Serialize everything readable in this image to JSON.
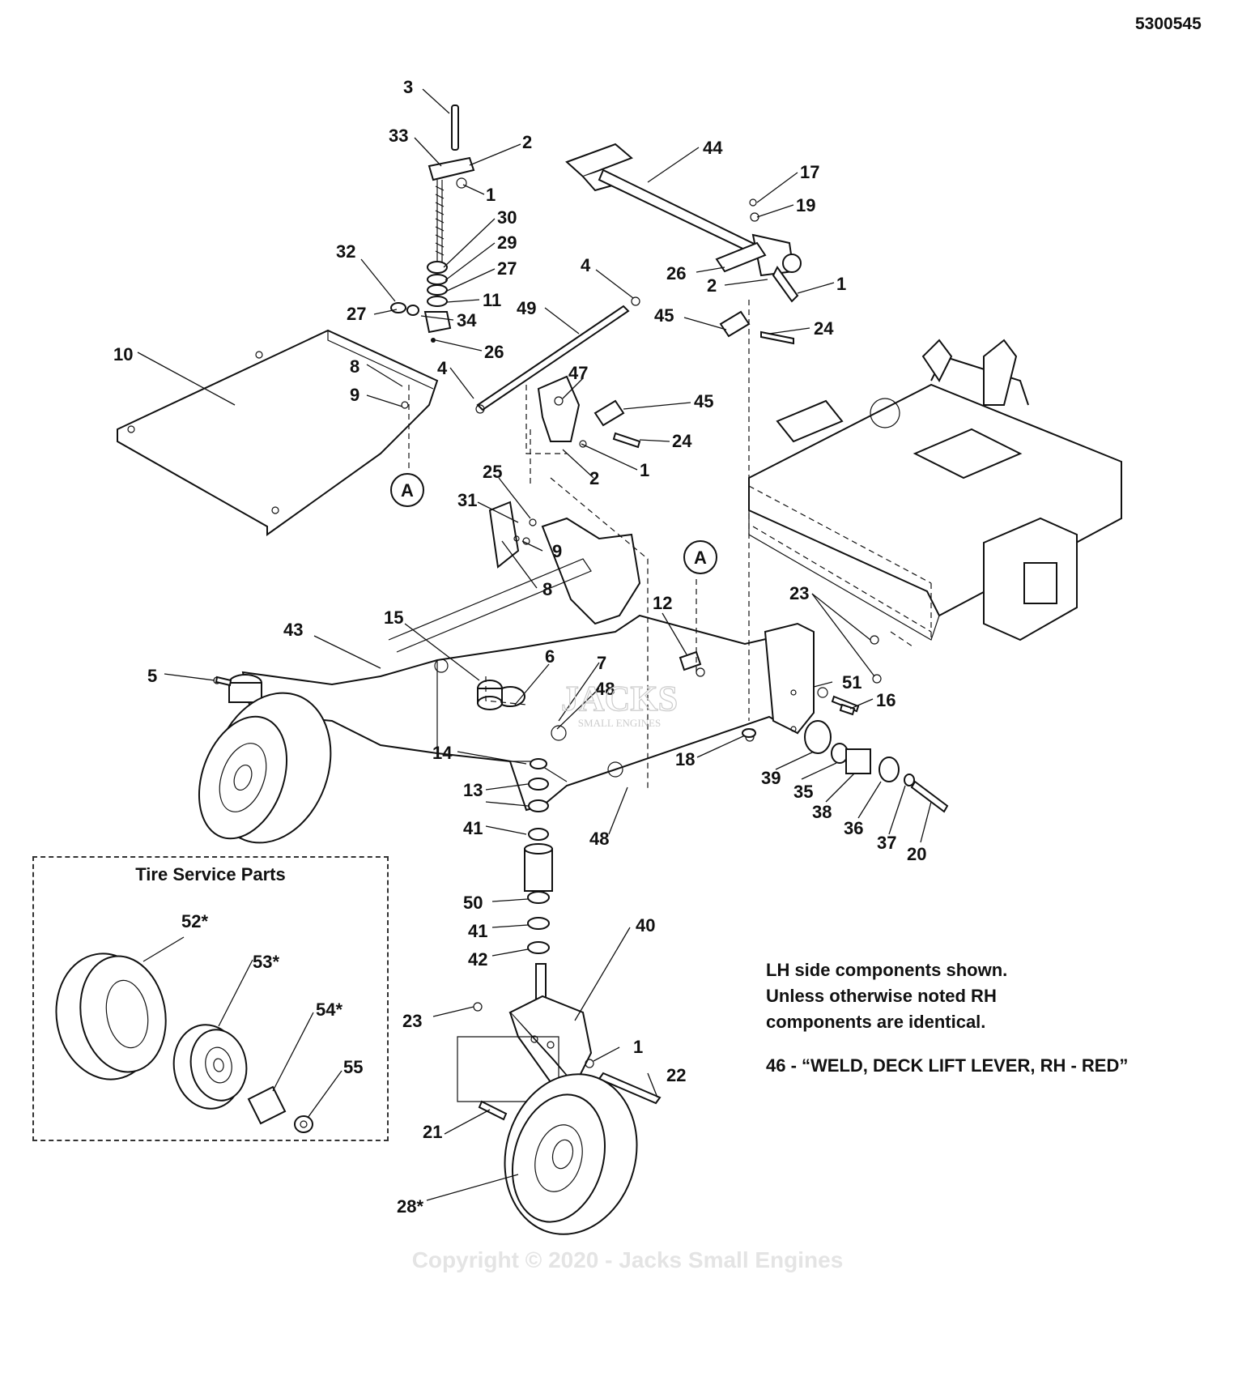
{
  "doc_number": "5300545",
  "tire_box_title": "Tire Service Parts",
  "notes": {
    "line1": "LH side components shown.",
    "line2": "Unless otherwise noted RH",
    "line3": "components are identical.",
    "line4": "46 - “WELD, DECK LIFT LEVER, RH - RED”"
  },
  "callout_letter": "A",
  "copyright": "Copyright © 2020 - Jacks Small Engines",
  "watermark_brand": "JACKS",
  "watermark_sub": "SMALL ENGINES",
  "labels": {
    "l3": "3",
    "l33": "33",
    "l2a": "2",
    "l1a": "1",
    "l30": "30",
    "l29": "29",
    "l27a": "27",
    "l11": "11",
    "l32": "32",
    "l27b": "27",
    "l34": "34",
    "l26a": "26",
    "l44": "44",
    "l17": "17",
    "l19": "19",
    "l26b": "26",
    "l2b": "2",
    "l1b": "1",
    "l4a": "4",
    "l49": "49",
    "l45a": "45",
    "l24a": "24",
    "l10": "10",
    "l8a": "8",
    "l9a": "9",
    "l4b": "4",
    "l47": "47",
    "l45b": "45",
    "l24b": "24",
    "l2c": "2",
    "l1c": "1",
    "l25": "25",
    "l31": "31",
    "l9b": "9",
    "l8b": "8",
    "l15": "15",
    "l43": "43",
    "l12": "12",
    "l23a": "23",
    "l5": "5",
    "l6": "6",
    "l7": "7",
    "l48a": "48",
    "l51": "51",
    "l16": "16",
    "l14": "14",
    "l18": "18",
    "l13": "13",
    "l39": "39",
    "l35": "35",
    "l38": "38",
    "l36": "36",
    "l37": "37",
    "l20": "20",
    "l41a": "41",
    "l48b": "48",
    "l50": "50",
    "l41b": "41",
    "l42": "42",
    "l40": "40",
    "l23b": "23",
    "l1d": "1",
    "l22": "22",
    "l21": "21",
    "l28": "28*",
    "l52": "52*",
    "l53": "53*",
    "l54": "54*",
    "l55": "55"
  }
}
